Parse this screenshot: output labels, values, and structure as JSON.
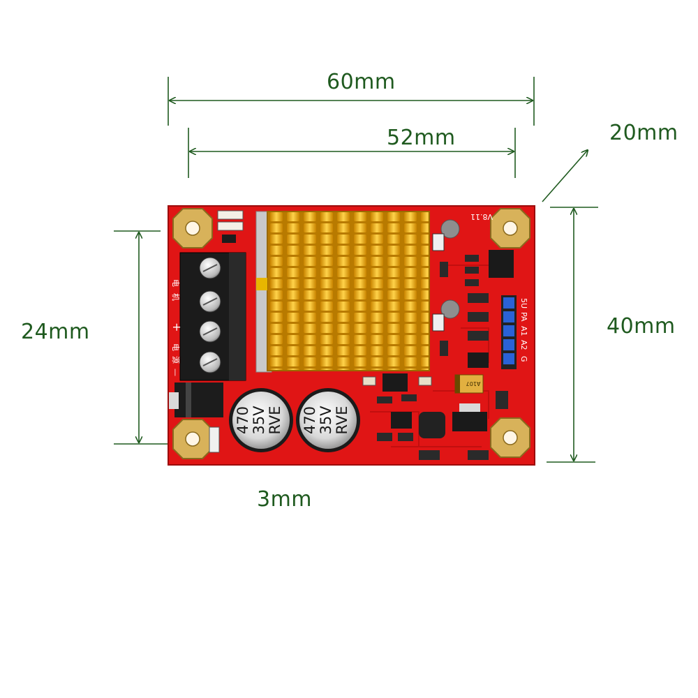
{
  "dimensions": {
    "total_width": "60mm",
    "hole_spacing_horizontal": "52mm",
    "height": "20mm",
    "hole_spacing_vertical": "24mm",
    "board_depth": "40mm",
    "hole_size": "3mm"
  },
  "board": {
    "version": "V8.11",
    "pin_labels": [
      "5U",
      "PA",
      "A1",
      "A2",
      "G"
    ],
    "terminal_labels": [
      "电",
      "机",
      "+",
      "电",
      "源",
      "—"
    ],
    "chip_marking": "A107",
    "capacitors": [
      {
        "value": "470",
        "voltage": "35V",
        "series": "RVE"
      },
      {
        "value": "470",
        "voltage": "35V",
        "series": "RVE"
      }
    ]
  },
  "colors": {
    "dimension_ink": "#1f5a1f",
    "pcb": "#e01515",
    "heatsink": "#e8a700",
    "header_pins": "#2a62d6"
  }
}
